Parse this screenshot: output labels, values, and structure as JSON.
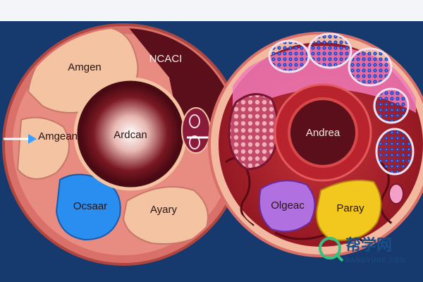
{
  "left_cell": {
    "labels": {
      "top_left": "Amgen",
      "top_right": "NCACI",
      "nucleus": "Ardcan",
      "side": "Amgean",
      "blue_organelle": "Ocsaar",
      "bottom_right": "Ayary"
    }
  },
  "right_cell": {
    "labels": {
      "nucleus": "Andrea",
      "purple_organelle": "Olgeac",
      "yellow_organelle": "Paray"
    }
  },
  "colors": {
    "background": "#163a6e",
    "cell_outer": "#d9706a",
    "nucleus_dark": "#5a0f1a",
    "blue": "#2a8df0",
    "purple": "#b070e0",
    "yellow": "#f2c81e",
    "peach": "#f3c3a2"
  },
  "watermark": {
    "title": "帮学网",
    "subtitle": "BANGYUNE.COM"
  }
}
